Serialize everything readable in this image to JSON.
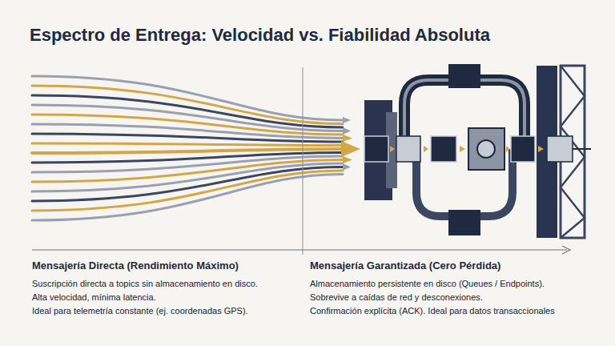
{
  "diagram": {
    "title": "Espectro de Entrega: Velocidad vs. Fiabilidad Absoluta",
    "labels": [
      "Mensajería Directa (Rendimiento Máximo)",
      "Suscripción directa a topics sin almacenamiento en disco.",
      "Alta velocidad, mínima latencia.",
      "Ideal para telemetría constante (ej. coordenadas GPS).",
      "Mensajería Garantizada (Cero Pérdida)",
      "Almacenamiento persistente en disco (Queues / Endpoints).",
      "Sobrevive a caídas de red y desconexiones.",
      "Confirmación explícita (ACK). Ideal para datos transaccionales"
    ]
  }
}
